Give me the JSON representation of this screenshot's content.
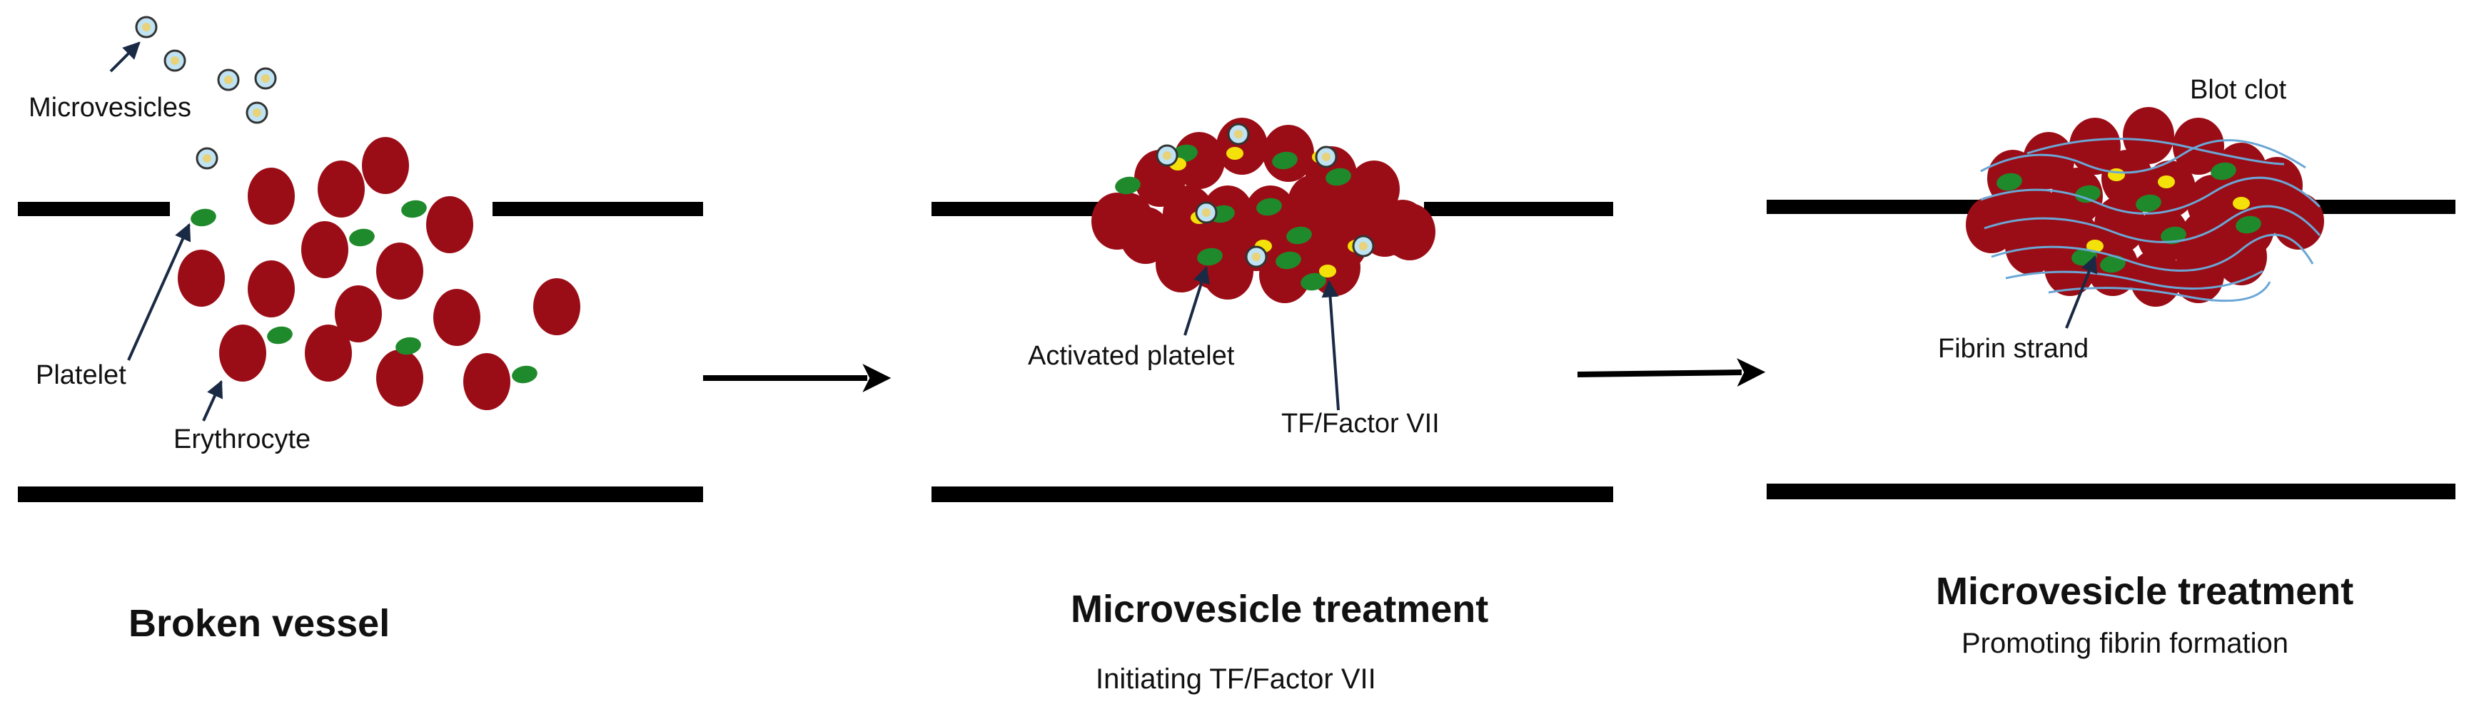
{
  "labels": {
    "microvesicles": "Microvesicles",
    "platelet": "Platelet",
    "erythrocyte": "Erythrocyte",
    "activated_platelet": "Activated platelet",
    "tf_factor": "TF/Factor VII",
    "fibrin_strand": "Fibrin strand",
    "blot_clot": "Blot clot"
  },
  "captions": {
    "panel1_title": "Broken vessel",
    "panel2_title": "Microvesicle treatment",
    "panel2_subtitle": "Initiating TF/Factor VII",
    "panel3_title": "Microvesicle treatment",
    "panel3_subtitle": "Promoting fibrin formation"
  },
  "colors": {
    "erythrocyte": "#9b0d16",
    "platelet": "#1f8a2c",
    "tf_factor": "#f5e10a",
    "microvesicle_fill": "#bfe3f2",
    "microvesicle_core": "#e8d27a",
    "fibrin": "#6aa7d6",
    "vessel_wall": "#000000",
    "arrow": "#1a2a44"
  }
}
